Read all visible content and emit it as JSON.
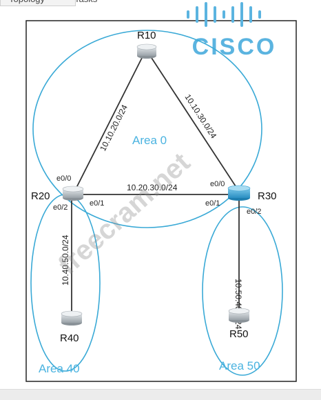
{
  "tabs": [
    {
      "label": "Topology",
      "active": true
    },
    {
      "label": "Tasks",
      "active": false
    }
  ],
  "logo": {
    "text": "CISCO",
    "color": "#5bb4e0"
  },
  "watermark": {
    "text": "freecram.net"
  },
  "areas": {
    "area0": "Area 0",
    "area40": "Area 40",
    "area50": "Area 50"
  },
  "routers": {
    "r10": "R10",
    "r20": "R20",
    "r30": "R30",
    "r40": "R40",
    "r50": "R50"
  },
  "links": {
    "r10_r20": "10.10.20.0/24",
    "r10_r30": "10.10.30.0/24",
    "r20_r30": "10.20.30.0/24",
    "r20_r40": "10.40.50.0/24",
    "r30_r50": "10.50.40.0/24"
  },
  "interfaces": {
    "r20_e00": "e0/0",
    "r20_e01": "e0/1",
    "r20_e02": "e0/2",
    "r30_e00": "e0/0",
    "r30_e01": "e0/1",
    "r30_e02": "e0/2"
  },
  "colors": {
    "area_outline": "#39a9d6",
    "area_label": "#4ab3e0",
    "router_highlight": "#3aa0d0",
    "router_gray": "#b8bec4",
    "link": "#333333"
  }
}
